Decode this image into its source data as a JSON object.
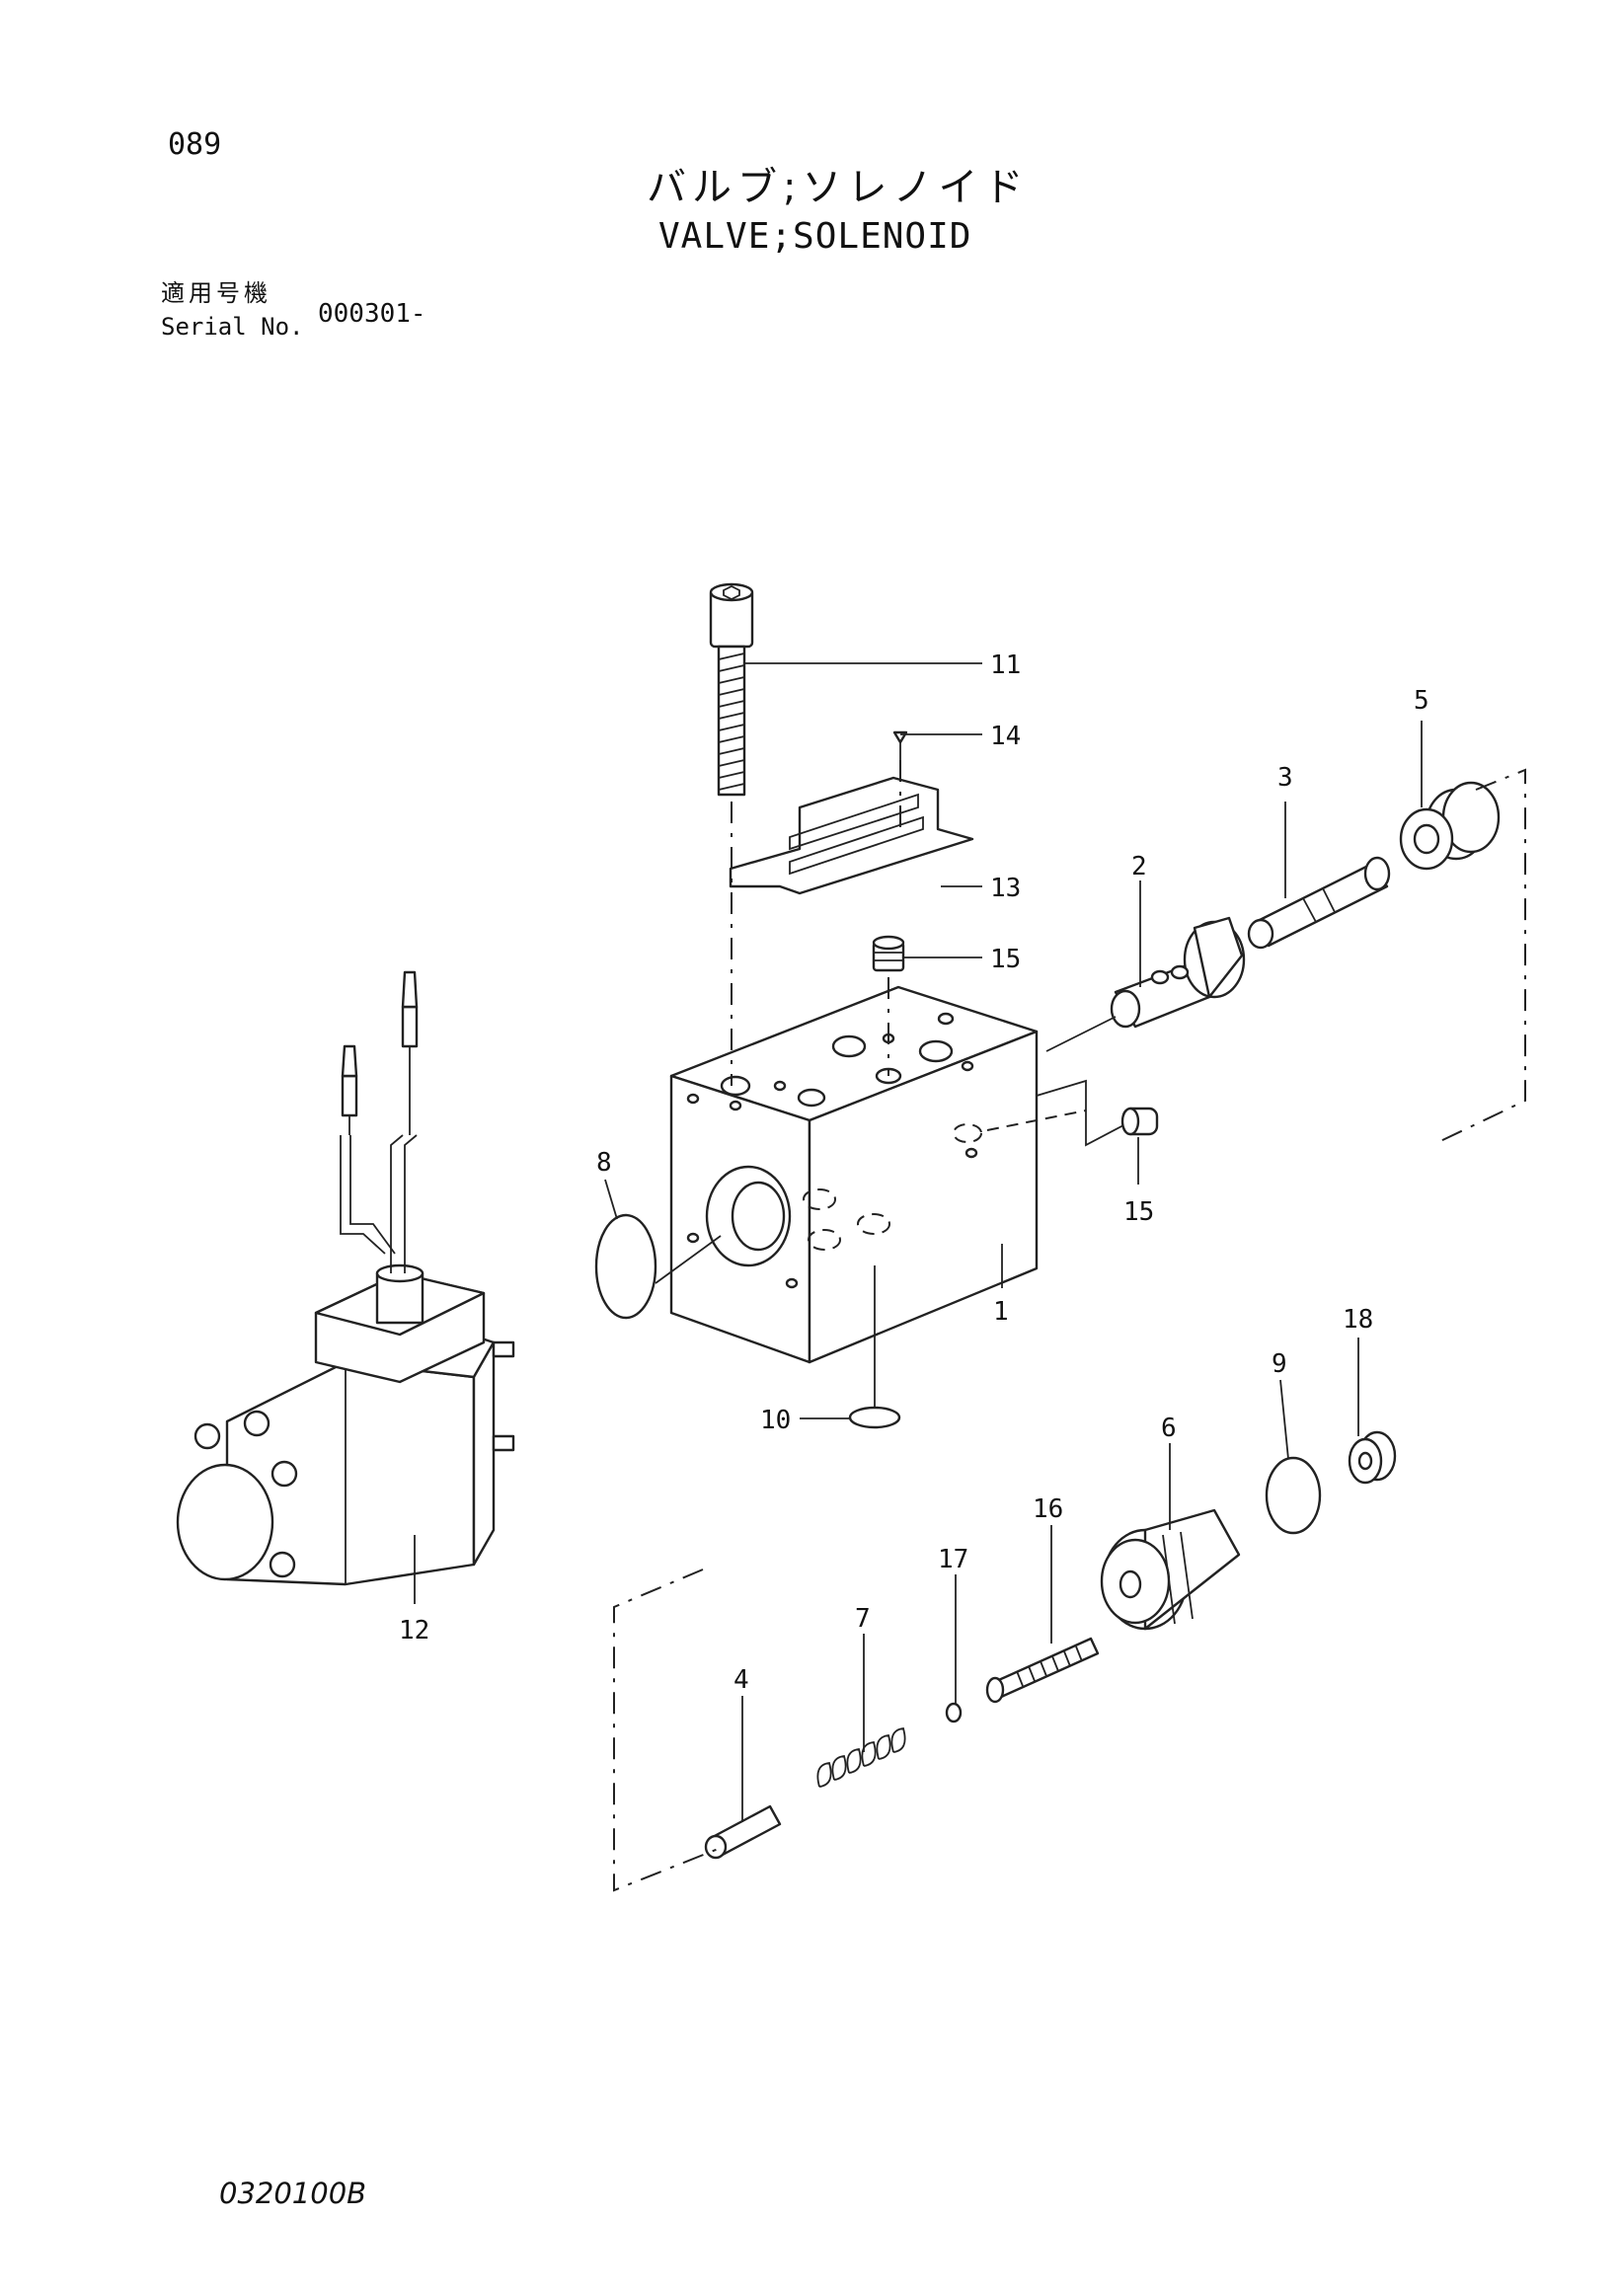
{
  "page_number": "089",
  "title_jp": "バルブ;ソレノイド",
  "title_en": "VALVE;SOLENOID",
  "serial": {
    "label_jp": "適用号機",
    "label_en": "Serial No.",
    "value": "000301-"
  },
  "drawing_code": "0320100B",
  "callouts": {
    "c1": "1",
    "c2": "2",
    "c3": "3",
    "c4": "4",
    "c5": "5",
    "c6": "6",
    "c7": "7",
    "c8": "8",
    "c9": "9",
    "c10": "10",
    "c11": "11",
    "c12": "12",
    "c13": "13",
    "c14": "14",
    "c15a": "15",
    "c15b": "15",
    "c16": "16",
    "c17": "17",
    "c18": "18"
  }
}
